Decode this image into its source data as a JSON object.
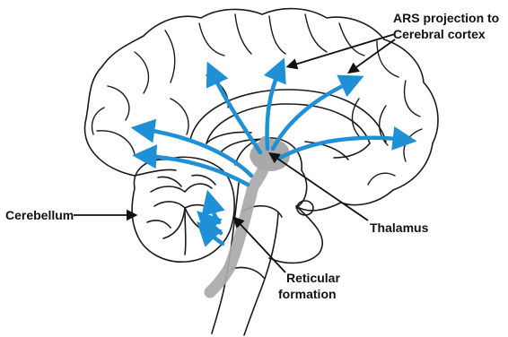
{
  "labels": {
    "ars_line1": "ARS projection to",
    "ars_line2": "Cerebral cortex",
    "cerebellum": "Cerebellum",
    "thalamus": "Thalamus",
    "reticular_line1": "Reticular",
    "reticular_line2": "formation"
  },
  "colors": {
    "projection_arrow": "#1f8fd6",
    "reticular_pathway": "#a9a9a9",
    "outline": "#1a1a1a",
    "pointer": "#111111",
    "background": "#ffffff"
  },
  "icons": {
    "projection": "arrow-icon",
    "pointer": "pointer-arrow-icon"
  }
}
